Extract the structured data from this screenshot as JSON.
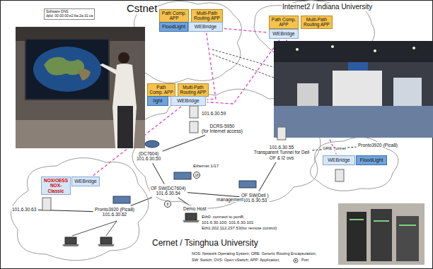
{
  "diagram": {
    "nodes": [
      {
        "text": [
          "Software DNS",
          "dpid: 00:00:00:e2:ba:2a:31:ca"
        ]
      },
      {
        "text": [
          "Path Comp. APP"
        ]
      },
      {
        "text": [
          "Multi-Path Routing APP"
        ]
      },
      {
        "text": [
          "FloodLight"
        ]
      },
      {
        "text": [
          "WEBridge"
        ]
      },
      {
        "text": [
          "Path Comp. APP"
        ]
      },
      {
        "text": [
          "Multi-Path Routing APP"
        ]
      },
      {
        "text": [
          "WEBridge"
        ]
      },
      {
        "text": [
          "Path Comp. APP"
        ]
      },
      {
        "text": [
          "Multi-Path Routing APP"
        ]
      },
      {
        "text": [
          "light"
        ]
      },
      {
        "text": [
          "WEBridge"
        ]
      },
      {
        "text": [
          "101.6.30.59"
        ]
      },
      {
        "text": [
          "DCRS-5950",
          "(for Internet access)"
        ]
      },
      {
        "text": [
          "(DC7604)",
          "101.6.30.50"
        ]
      },
      {
        "text": [
          "101.6.30.55",
          "Transparent Tunnel for Dell OF & I2 ovs"
        ]
      },
      {
        "text": [
          "Pronto3920 (Pica8)"
        ]
      },
      {
        "text": [
          "WEBridge"
        ]
      },
      {
        "text": [
          "FloodLight"
        ]
      },
      {
        "text": [
          "NOX/OESS",
          "NOX-Classic"
        ]
      },
      {
        "text": [
          "WEBridge"
        ]
      },
      {
        "text": [
          "OF SW(DC7604)",
          "101.6.30.54"
        ]
      },
      {
        "text": [
          "OF SW(Dell )",
          "101.6.30.53"
        ]
      },
      {
        "text": [
          "Demo Host"
        ]
      },
      {
        "text": [
          "101.6.30.63"
        ]
      },
      {
        "text": [
          "Pronto3920 (Pica8)",
          "101.6.30.62"
        ]
      }
    ],
    "edges": [
      {
        "from": 4,
        "to": 7,
        "arrow": "none"
      },
      {
        "from": 4,
        "to": 11,
        "arrow": "none"
      },
      {
        "from": 7,
        "to": 11,
        "arrow": "none"
      },
      {
        "from": 11,
        "to": 20,
        "arrow": "none"
      },
      {
        "from": 7,
        "to": 17,
        "arrow": "none"
      },
      {
        "from": 14,
        "to": 21,
        "arrow": "none"
      },
      {
        "from": 14,
        "to": 13,
        "arrow": "none"
      },
      {
        "from": 21,
        "to": 22,
        "arrow": "none"
      },
      {
        "from": 22,
        "to": 15,
        "arrow": "none"
      },
      {
        "from": 21,
        "to": 25,
        "arrow": "none"
      },
      {
        "from": 21,
        "to": 23,
        "arrow": "none"
      },
      {
        "from": 15,
        "to": 16,
        "label": "GRE Tunnel",
        "arrow": "none"
      },
      {
        "from": 25,
        "to": 24,
        "arrow": "none"
      }
    ],
    "labels": [
      "Cstnet",
      "Internet2 / Indiana University",
      "Ethernet 1/17",
      "management",
      "Eth0: connect to port8;",
      "101.6.30.100; 101.6.30.101",
      "Eth1:202.112.237.53(for remote control)",
      "18",
      "8",
      "Cernet / Tsinghua University",
      "NOS: Network Operating System; GRE: Generic Routing Encapsulation;",
      "SW: Switch; OVS: Open vSwitch; APP: Application;",
      ": Port"
    ]
  }
}
